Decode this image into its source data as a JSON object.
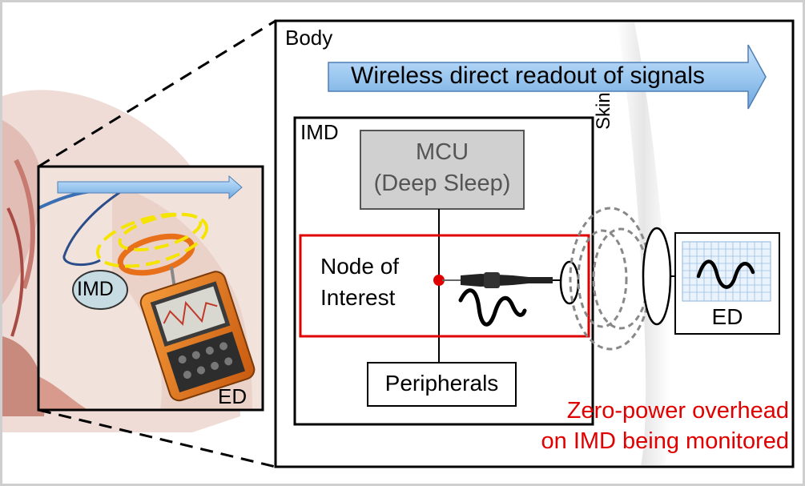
{
  "left_panel": {
    "imd_label": "IMD",
    "ed_label": "ED"
  },
  "body_panel": {
    "body_label": "Body",
    "arrow_label": "Wireless direct readout of signals",
    "skin_label": "Skin",
    "imd_label": "IMD",
    "mcu_line1": "MCU",
    "mcu_line2": "(Deep Sleep)",
    "node_line1": "Node of",
    "node_line2": "Interest",
    "peripherals_label": "Peripherals",
    "ed_label": "ED",
    "caption_line1": "Zero-power overhead",
    "caption_line2": "on IMD being monitored"
  },
  "colors": {
    "arrow_fill": "#9cc8f0",
    "highlight_red": "#e00000",
    "mcu_fill": "#d0d0d0",
    "coil_yellow": "#f5e400",
    "coil_orange": "#e8701a",
    "caption_red": "#e00000"
  }
}
